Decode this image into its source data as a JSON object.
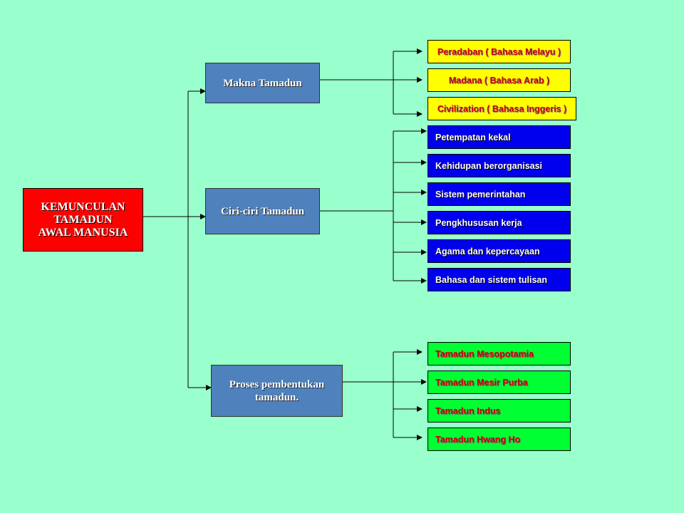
{
  "root": {
    "label": "KEMUNCULAN\nTAMADUN\nAWAL MANUSIA"
  },
  "branches": {
    "makna": {
      "label": "Makna Tamadun",
      "items": [
        "Peradaban  ( Bahasa Melayu )",
        "Madana ( Bahasa Arab )",
        "Civilization ( Bahasa Inggeris )"
      ]
    },
    "ciri": {
      "label": "Ciri-ciri Tamadun",
      "items": [
        "Petempatan kekal",
        "Kehidupan berorganisasi",
        "Sistem pemerintahan",
        "Pengkhususan  kerja",
        "Agama dan kepercayaan",
        "Bahasa dan sistem  tulisan"
      ]
    },
    "proses": {
      "label": "Proses pembentukan\ntamadun.",
      "items": [
        "Tamadun Mesopotamia",
        "Tamadun Mesir Purba",
        "Tamadun Indus",
        "Tamadun Hwang Ho"
      ]
    }
  },
  "colors": {
    "background": "#99ffcc",
    "root": "#ff0000",
    "branch": "#4f81bd",
    "makna_items": "#ffff00",
    "ciri_items": "#0000ee",
    "proses_items": "#00ff33",
    "red_text": "#cc0000"
  }
}
